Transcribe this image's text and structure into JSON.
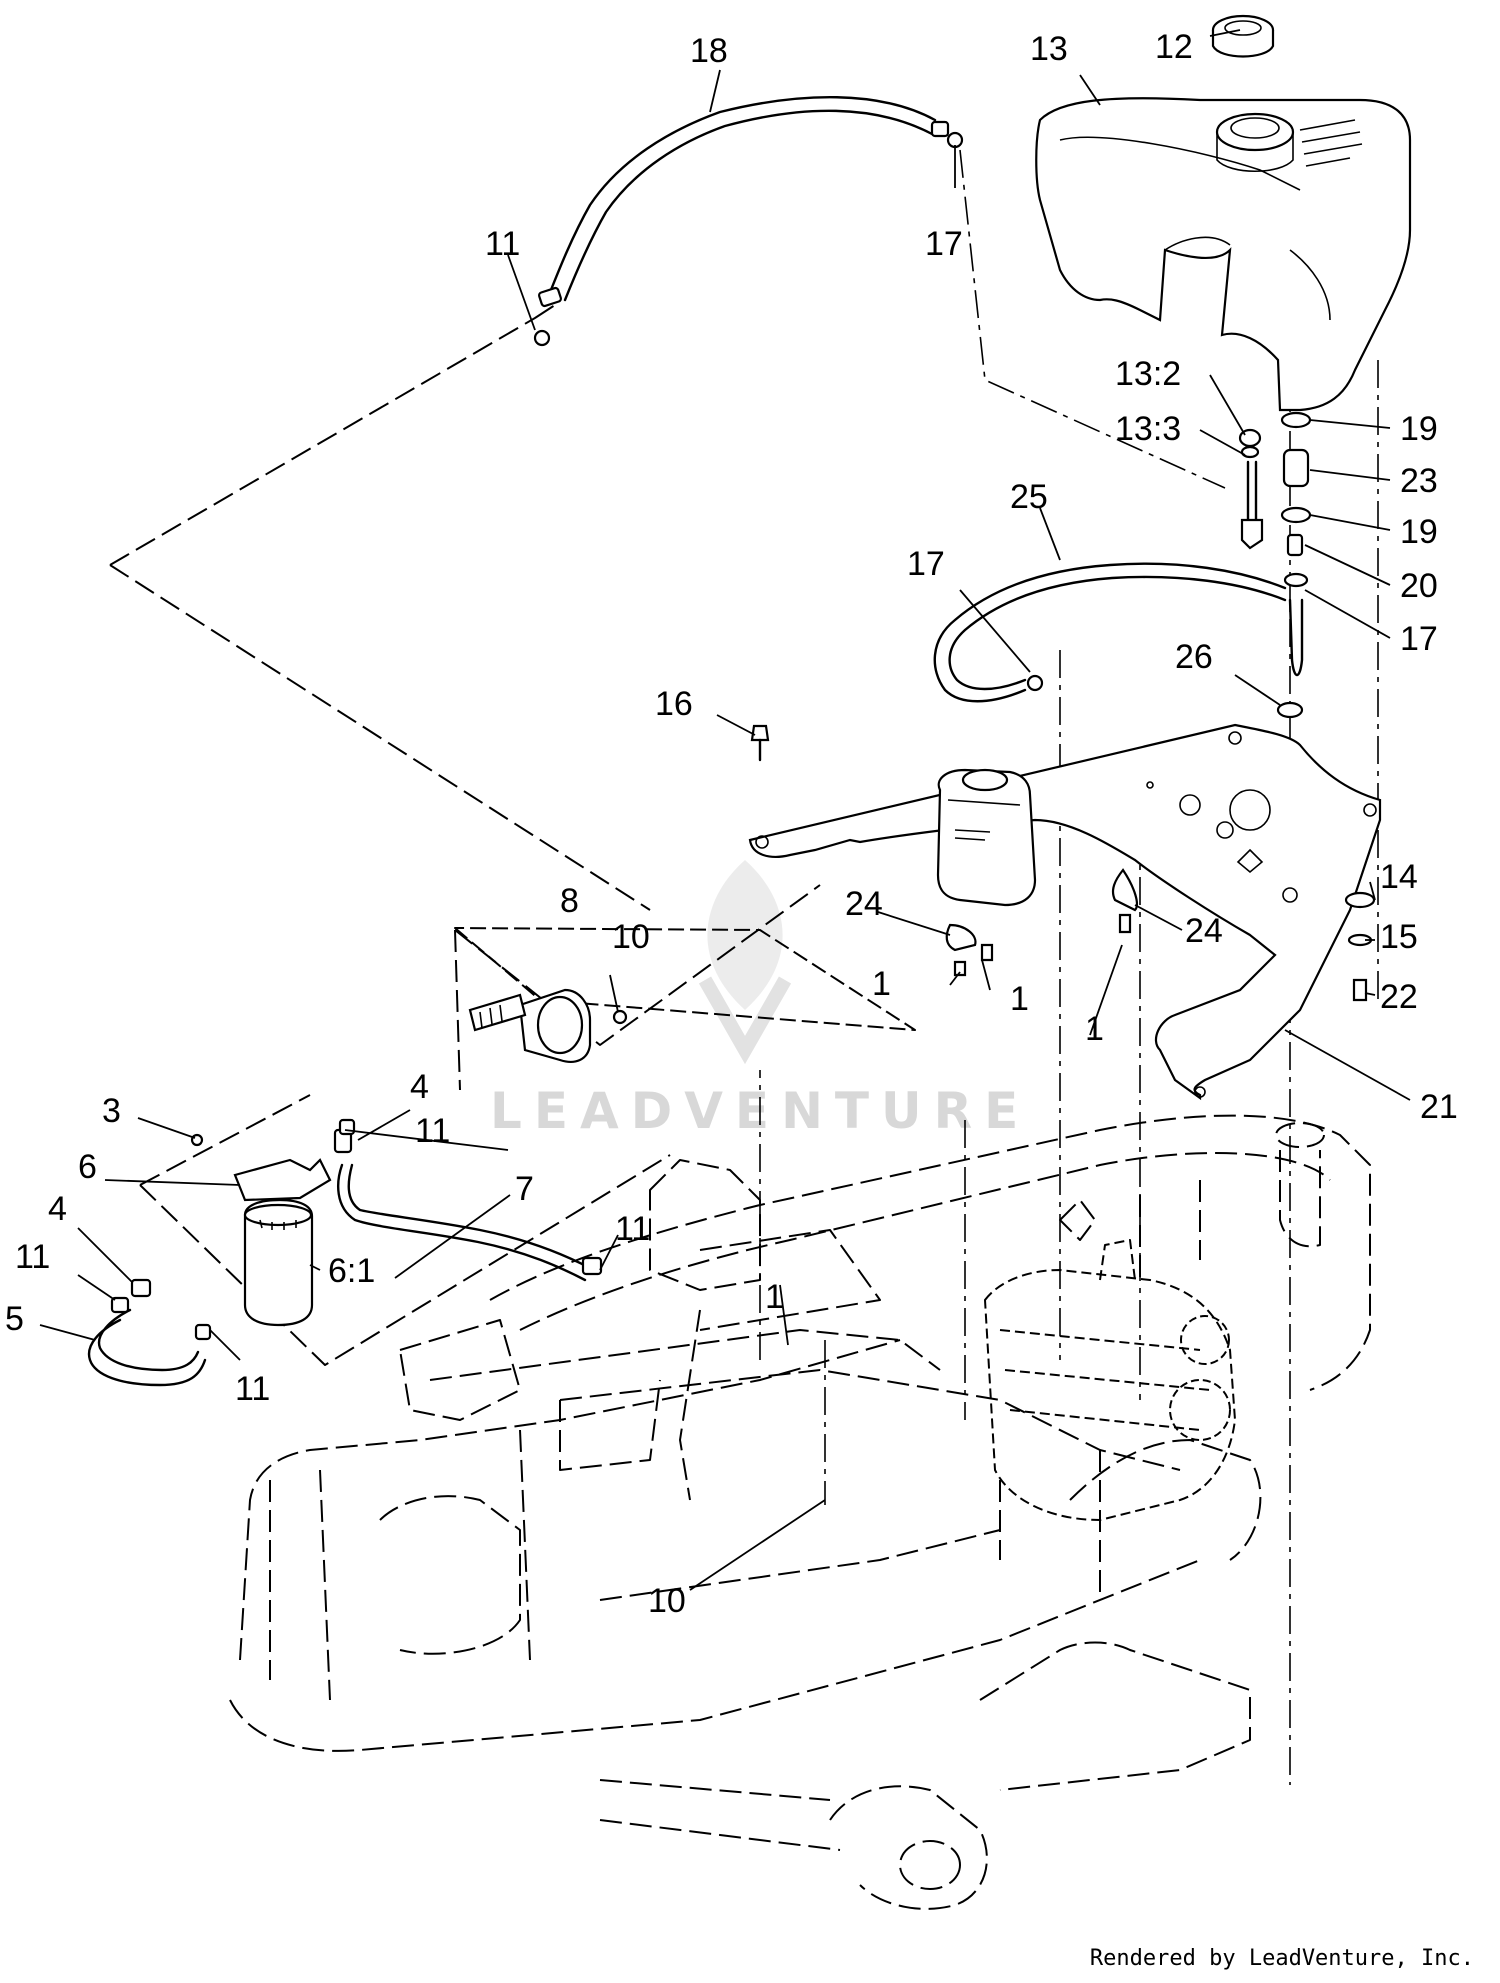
{
  "callouts": {
    "c1a": "1",
    "c1b": "1",
    "c1c": "1",
    "c1d": "1",
    "c3": "3",
    "c4a": "4",
    "c4b": "4",
    "c5": "5",
    "c6": "6",
    "c6_1": "6:1",
    "c7": "7",
    "c8": "8",
    "c10a": "10",
    "c10b": "10",
    "c11a": "11",
    "c11b": "11",
    "c11c": "11",
    "c11d": "11",
    "c11e": "11",
    "c12": "12",
    "c13": "13",
    "c13_2": "13:2",
    "c13_3": "13:3",
    "c14": "14",
    "c15": "15",
    "c16": "16",
    "c17a": "17",
    "c17b": "17",
    "c17c": "17",
    "c18": "18",
    "c19a": "19",
    "c19b": "19",
    "c20": "20",
    "c21": "21",
    "c22": "22",
    "c23": "23",
    "c24a": "24",
    "c24b": "24",
    "c25": "25",
    "c26": "26"
  },
  "watermark": "LEADVENTURE",
  "credit": "Rendered by LeadVenture, Inc."
}
